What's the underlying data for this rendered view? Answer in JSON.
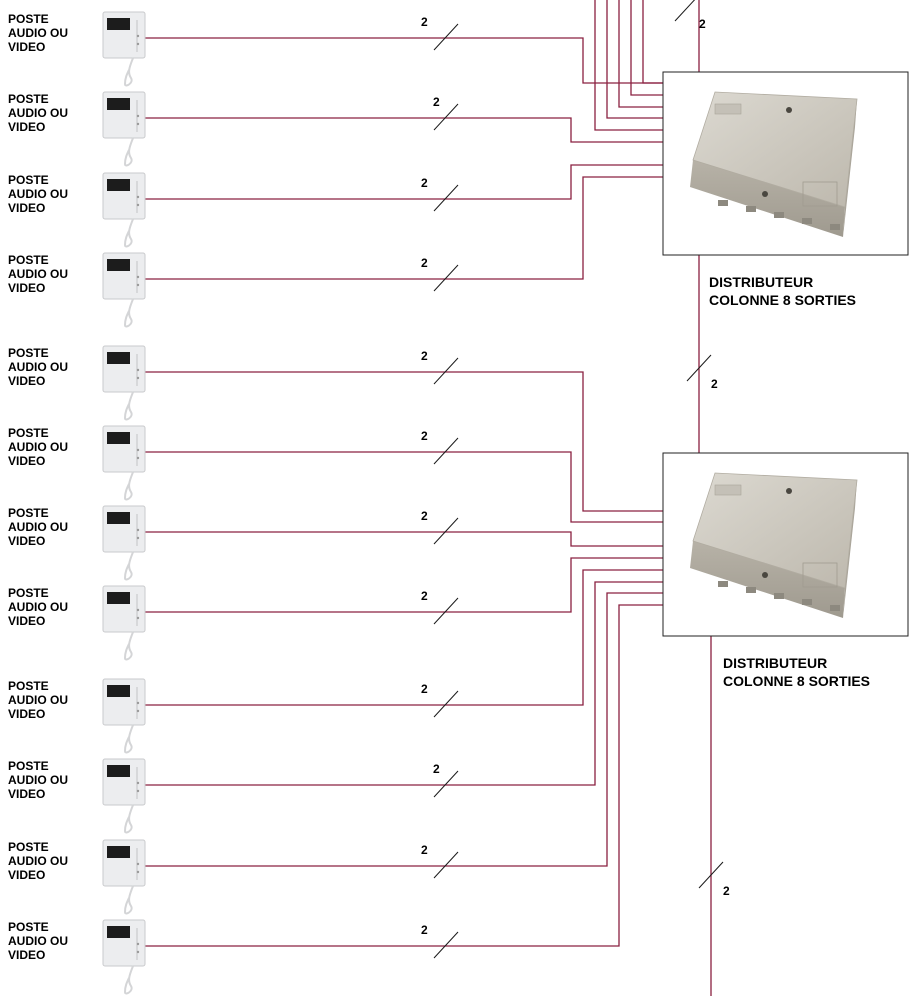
{
  "station_label": [
    "POSTE",
    "AUDIO OU",
    "VIDEO"
  ],
  "stations": [
    {
      "label": [
        "POSTE",
        "AUDIO OU",
        "VIDEO"
      ],
      "wire_count": "2"
    },
    {
      "label": [
        "POSTE",
        "AUDIO OU",
        "VIDEO"
      ],
      "wire_count": "2"
    },
    {
      "label": [
        "POSTE",
        "AUDIO OU",
        "VIDEO"
      ],
      "wire_count": "2"
    },
    {
      "label": [
        "POSTE",
        "AUDIO OU",
        "VIDEO"
      ],
      "wire_count": "2"
    },
    {
      "label": [
        "POSTE",
        "AUDIO OU",
        "VIDEO"
      ],
      "wire_count": "2"
    },
    {
      "label": [
        "POSTE",
        "AUDIO OU",
        "VIDEO"
      ],
      "wire_count": "2"
    },
    {
      "label": [
        "POSTE",
        "AUDIO OU",
        "VIDEO"
      ],
      "wire_count": "2"
    },
    {
      "label": [
        "POSTE",
        "AUDIO OU",
        "VIDEO"
      ],
      "wire_count": "2"
    },
    {
      "label": [
        "POSTE",
        "AUDIO OU",
        "VIDEO"
      ],
      "wire_count": "2"
    },
    {
      "label": [
        "POSTE",
        "AUDIO OU",
        "VIDEO"
      ],
      "wire_count": "2"
    },
    {
      "label": [
        "POSTE",
        "AUDIO OU",
        "VIDEO"
      ],
      "wire_count": "2"
    },
    {
      "label": [
        "POSTE",
        "AUDIO OU",
        "VIDEO"
      ],
      "wire_count": "2"
    }
  ],
  "distributors": [
    {
      "label": [
        "DISTRIBUTEUR",
        "COLONNE 8 SORTIES"
      ]
    },
    {
      "label": [
        "DISTRIBUTEUR",
        "COLONNE 8 SORTIES"
      ]
    }
  ],
  "riser_wire_counts": [
    "2",
    "2",
    "2"
  ],
  "colors": {
    "wire": "#8a2040",
    "tick": "#1a1a1a",
    "box_border": "#222222",
    "device_body": "#ecedef",
    "device_screen": "#1c1c1c",
    "distributor_body": "#cfcbc2"
  },
  "icons": {
    "station": "intercom-handset-icon",
    "distributor": "distribution-box-icon"
  }
}
